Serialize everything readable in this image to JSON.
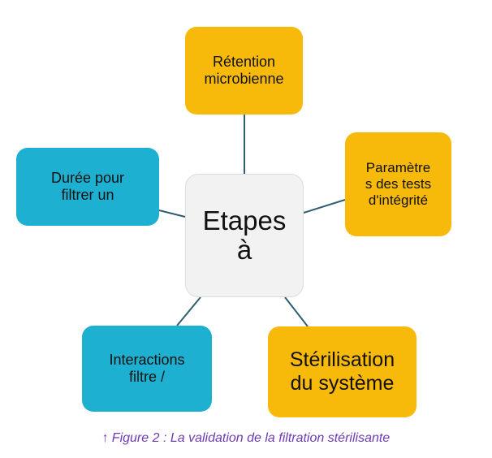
{
  "diagram": {
    "center": {
      "label": "Etapes\nà"
    },
    "nodes": {
      "top": {
        "label": "Rétention\nmicrobienne"
      },
      "right_upper": {
        "label": "Paramètre\ns des tests\nd'intégrité"
      },
      "right_lower": {
        "label": "Stérilisation\ndu système"
      },
      "left_lower": {
        "label": "Interactions\nfiltre /"
      },
      "left_upper": {
        "label": "Durée pour\nfiltrer un"
      }
    },
    "colors": {
      "orange_node": "#f8ba0a",
      "blue_node": "#1eb0d0",
      "center_node": "#f2f2f2",
      "connector": "#2f5f6f",
      "caption": "#6d3ab0"
    }
  },
  "caption": {
    "arrow": "↑",
    "text": "Figure 2 : La validation de la filtration stérilisante"
  }
}
